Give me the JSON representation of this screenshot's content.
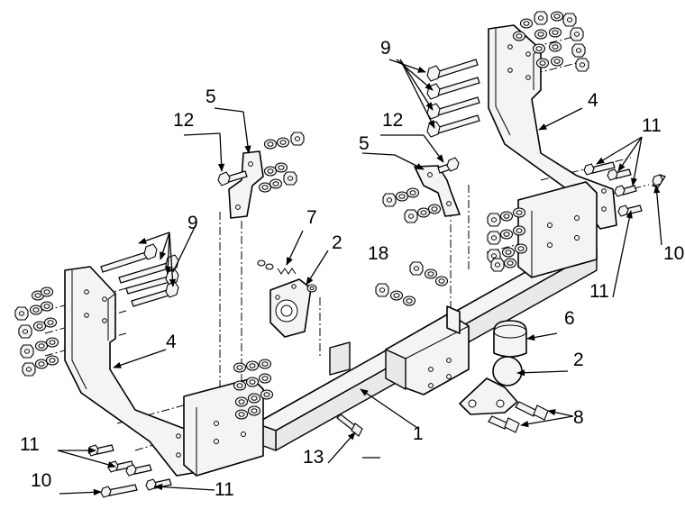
{
  "labels": {
    "l1": "1",
    "l2a": "2",
    "l2b": "2",
    "l4a": "4",
    "l4b": "4",
    "l5a": "5",
    "l5b": "5",
    "l6": "6",
    "l7": "7",
    "l8": "8",
    "l9a": "9",
    "l9b": "9",
    "l10a": "10",
    "l10b": "10",
    "l11a": "11",
    "l11b": "11",
    "l11c": "11",
    "l11d": "11",
    "l12a": "12",
    "l12b": "12",
    "l13": "13",
    "l18": "18"
  }
}
